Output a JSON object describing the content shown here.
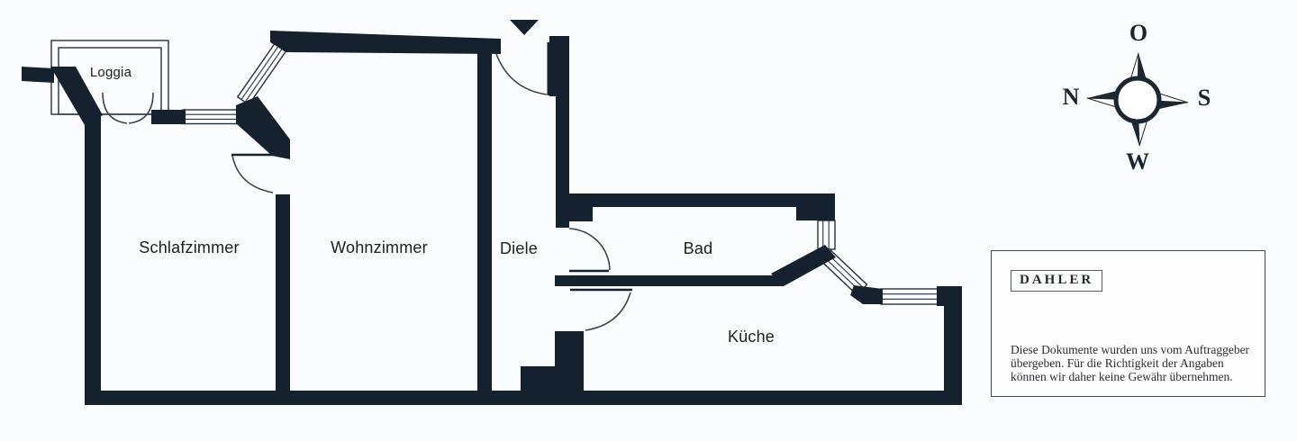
{
  "floorplan": {
    "rooms": [
      {
        "name": "loggia",
        "label": "Loggia"
      },
      {
        "name": "schlafzimmer",
        "label": "Schlafzimmer"
      },
      {
        "name": "wohnzimmer",
        "label": "Wohnzimmer"
      },
      {
        "name": "diele",
        "label": "Diele"
      },
      {
        "name": "bad",
        "label": "Bad"
      },
      {
        "name": "kueche",
        "label": "Küche"
      }
    ],
    "colors": {
      "wall": "#15212e",
      "line": "#243140",
      "background": "#fbfcfd"
    }
  },
  "compass": {
    "top": "O",
    "left": "N",
    "right": "S",
    "bottom": "W"
  },
  "disclaimer": {
    "brand": "DAHLER",
    "lines": [
      "Diese Dokumente wurden uns vom Auftraggeber",
      "übergeben. Für die Richtigkeit der Angaben",
      "können wir daher keine Gewähr übernehmen."
    ]
  }
}
